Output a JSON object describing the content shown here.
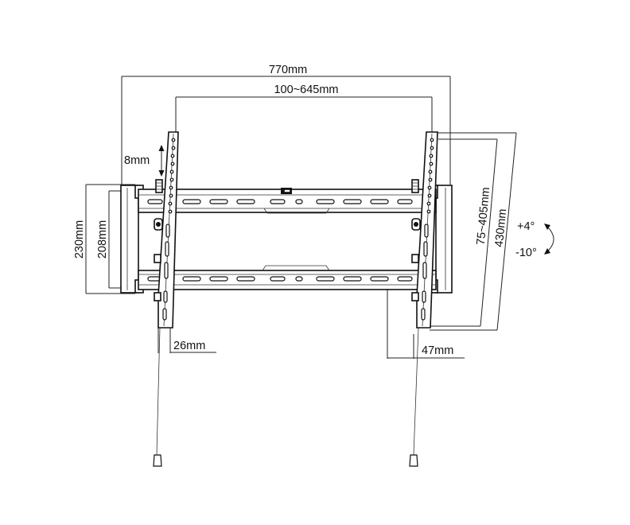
{
  "dimensions": {
    "overall_width": "770mm",
    "vesa_horizontal": "100~645mm",
    "lock_travel": "8mm",
    "frame_height": "230mm",
    "rail_height": "208mm",
    "vesa_vertical": "75~405mm",
    "arm_length": "430mm",
    "arm_width": "26mm",
    "wall_distance": "47mm"
  },
  "tilt": {
    "up": "+4°",
    "down": "-10°"
  },
  "colors": {
    "line": "#222222",
    "background": "#ffffff"
  }
}
